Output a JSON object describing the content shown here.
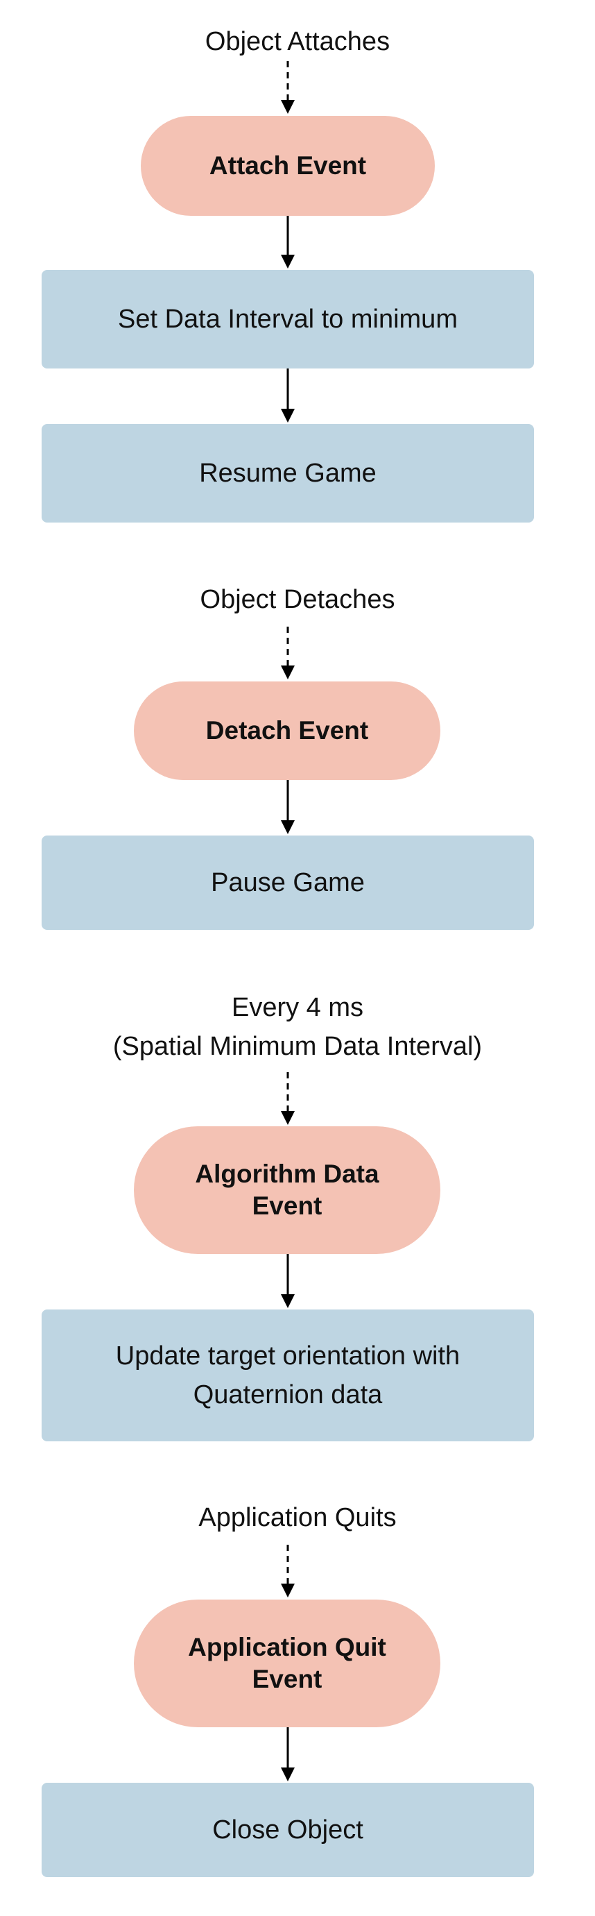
{
  "sections": [
    {
      "trigger": "Object Attaches",
      "event": "Attach Event",
      "actions": [
        "Set Data Interval to minimum",
        "Resume Game"
      ]
    },
    {
      "trigger": "Object Detaches",
      "event": "Detach Event",
      "actions": [
        "Pause Game"
      ]
    },
    {
      "trigger_line1": "Every 4 ms",
      "trigger_line2": "(Spatial Minimum Data Interval)",
      "event_line1": "Algorithm Data",
      "event_line2": "Event",
      "actions_lines": [
        [
          "Update target orientation with",
          "Quaternion data"
        ]
      ]
    },
    {
      "trigger": "Application Quits",
      "event_line1": "Application Quit",
      "event_line2": "Event",
      "actions": [
        "Close Object"
      ]
    }
  ],
  "colors": {
    "event_fill": "#f4c2b4",
    "action_fill": "#bed5e2",
    "text": "#111111",
    "arrow": "#000000"
  }
}
